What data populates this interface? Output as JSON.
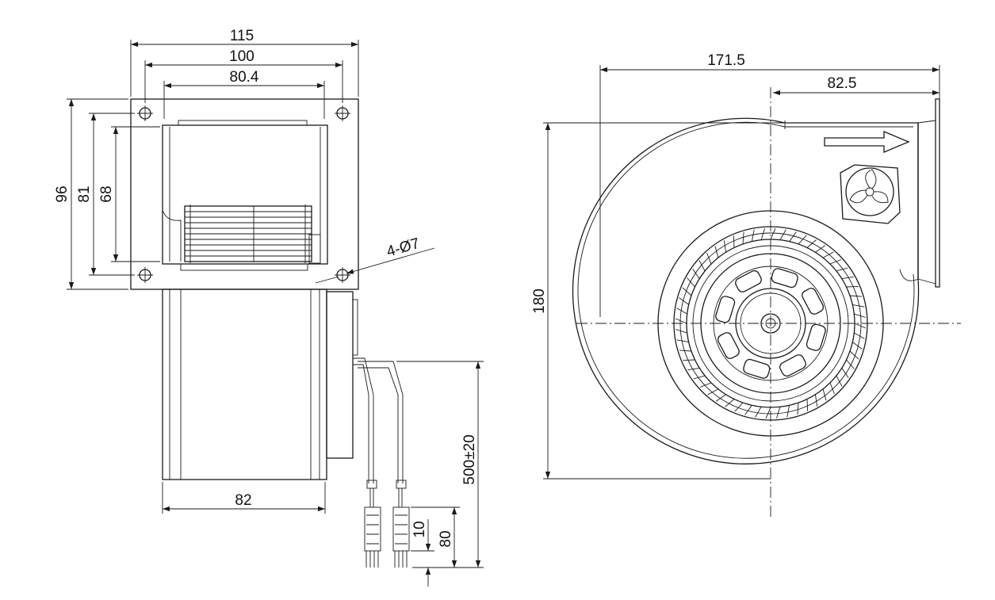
{
  "side_view": {
    "flange_width": "115",
    "hole_pitch_horizontal": "100",
    "housing_width": "80.4",
    "flange_height": "96",
    "hole_pitch_vertical": "81",
    "housing_height": "68",
    "mounting_holes": "4-Ø7",
    "motor_width": "82",
    "lead_length": "500±20",
    "strip_length": "80",
    "bare_wire_length": "10"
  },
  "front_view": {
    "overall_width": "171.5",
    "outlet_offset": "82.5",
    "overall_height": "180"
  }
}
